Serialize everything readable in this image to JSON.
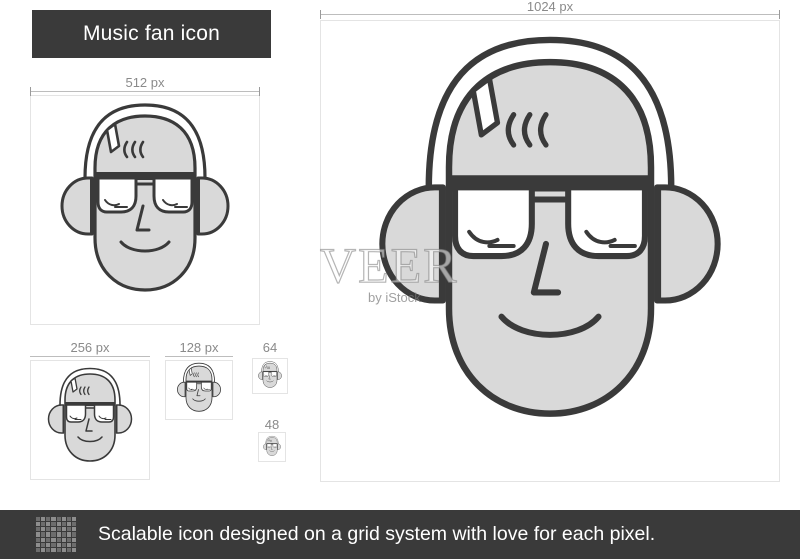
{
  "title": "Music fan icon",
  "size_labels": {
    "s1024": "1024 px",
    "s512": "512 px",
    "s256": "256 px",
    "s128": "128 px",
    "s64": "64",
    "s48": "48"
  },
  "watermark": {
    "main": "VEER",
    "sub": "by iStock"
  },
  "footer": {
    "text": "Scalable icon designed on a grid system with love for each pixel.",
    "icon": "pixel-grid-icon"
  },
  "colors": {
    "stroke": "#3a3a3a",
    "fill": "#d9d9d9",
    "dark_bar": "#3a3a3a",
    "guide": "#bdbdbd"
  },
  "icon_name": "music-fan-headphones-sunglasses-icon"
}
